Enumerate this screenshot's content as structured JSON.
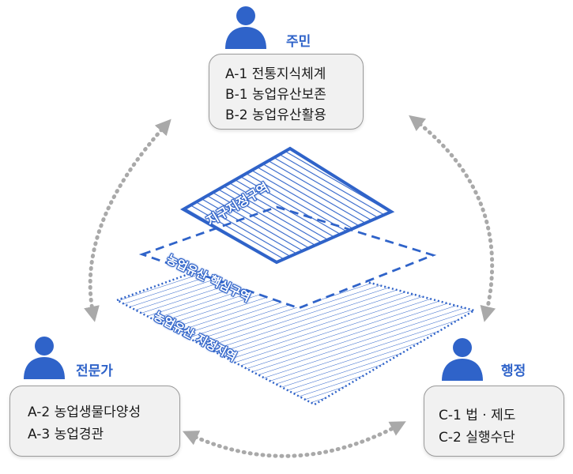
{
  "roles": {
    "resident": {
      "label": "주민",
      "items": [
        "A-1 전통지식체계",
        "B-1 농업유산보존",
        "B-2 농업유산활용"
      ]
    },
    "expert": {
      "label": "전문가",
      "items": [
        "A-2 농업생물다양성",
        "A-3  농업경관"
      ]
    },
    "admin": {
      "label": "행정",
      "items": [
        "C-1 법 · 제도",
        "C-2 실행수단"
      ]
    }
  },
  "zones": {
    "district": "지구지정구역",
    "core": "농업유산 핵심구역",
    "designated": "농업유산 지정지역"
  },
  "colors": {
    "accent": "#2f63c9",
    "arrow": "#a9a9a9",
    "card_bg": "#f1f1f1",
    "card_border": "#9a9a9a"
  },
  "icons": [
    "person-icon",
    "dotted-cycle-arrows"
  ]
}
